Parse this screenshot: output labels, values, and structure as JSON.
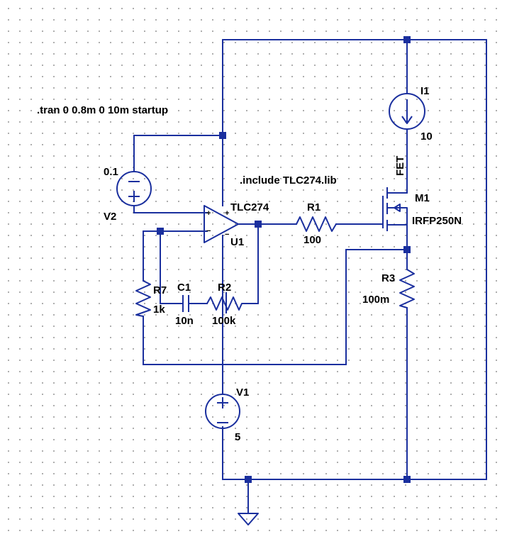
{
  "directives": {
    "tran": ".tran 0 0.8m 0 10m startup",
    "include": ".include TLC274.lib"
  },
  "components": {
    "I1": {
      "ref": "I1",
      "value": "10"
    },
    "M1": {
      "ref": "M1",
      "model": "IRFP250N",
      "label": "FET"
    },
    "R1": {
      "ref": "R1",
      "value": "100"
    },
    "R2": {
      "ref": "R2",
      "value": "100k"
    },
    "R3": {
      "ref": "R3",
      "value": "100m"
    },
    "R7": {
      "ref": "R7",
      "value": "1k"
    },
    "C1": {
      "ref": "C1",
      "value": "10n"
    },
    "V1": {
      "ref": "V1",
      "value": "5"
    },
    "V2": {
      "ref": "V2",
      "value": "0.1"
    },
    "U1": {
      "ref": "U1",
      "model": "TLC274"
    }
  },
  "pin_marks": {
    "plus": "+",
    "minus": "−"
  },
  "colors": {
    "wire": "#1a2f9e",
    "text": "#000000",
    "grid_dot": "#9a9a9a"
  }
}
